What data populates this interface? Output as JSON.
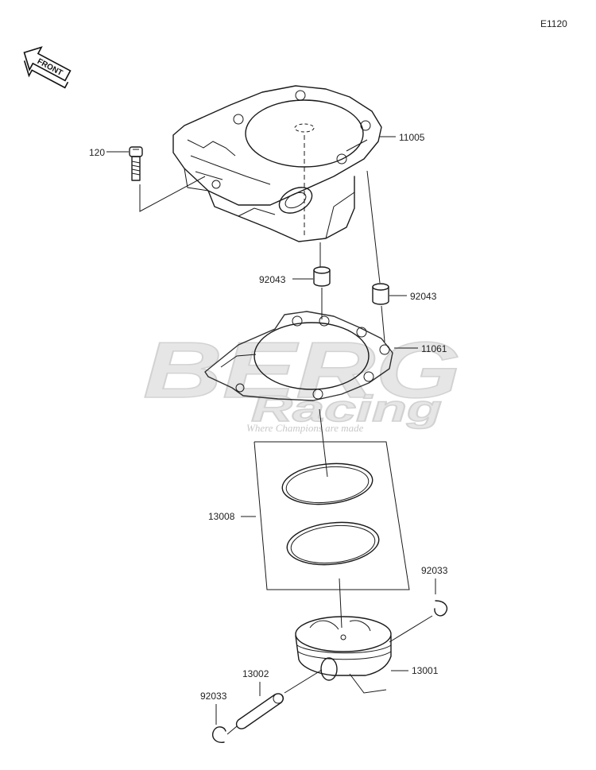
{
  "diagram_code": "E1120",
  "front_indicator": "FRONT",
  "watermark": {
    "brand": "BERG",
    "sub": "Racing",
    "tagline": "Where Champions are made"
  },
  "parts": {
    "bolt": "120",
    "cylinder": "11005",
    "dowel_left": "92043",
    "dowel_right": "92043",
    "gasket": "11061",
    "ring_set": "13008",
    "circlip_right": "92033",
    "piston": "13001",
    "piston_pin": "13002",
    "circlip_left": "92033"
  }
}
